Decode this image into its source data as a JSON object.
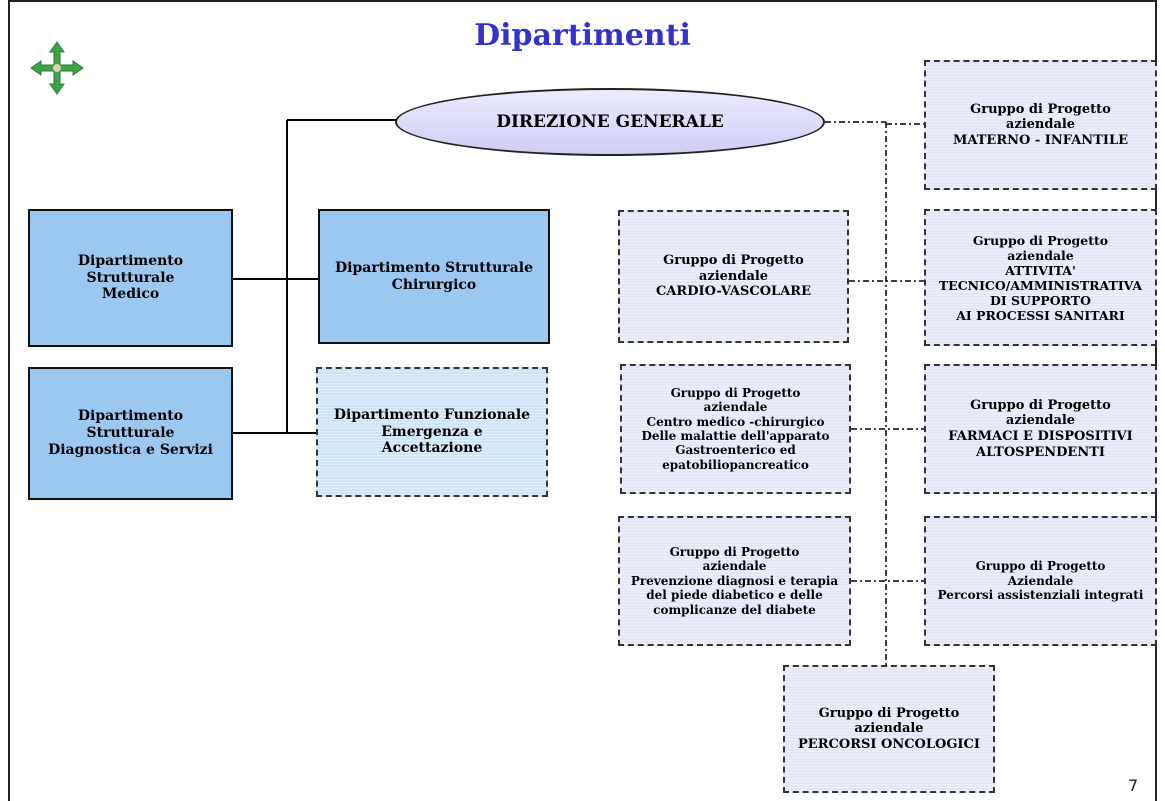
{
  "title": "Dipartimenti",
  "page_number": "7",
  "root": {
    "label": "DIREZIONE GENERALE"
  },
  "structural": {
    "medico": [
      "Dipartimento Strutturale",
      "Medico"
    ],
    "chirurgico": [
      "Dipartimento Strutturale",
      "Chirurgico"
    ],
    "diagnostica": [
      "Dipartimento Strutturale",
      "Diagnostica e Servizi"
    ],
    "emergenza": [
      "Dipartimento Funzionale",
      "Emergenza e",
      "Accettazione"
    ]
  },
  "groups": {
    "materno": [
      "Gruppo di Progetto",
      "aziendale",
      "MATERNO -  INFANTILE"
    ],
    "cardio": [
      "Gruppo di Progetto",
      "aziendale",
      "CARDIO-VASCOLARE"
    ],
    "attivita": [
      "Gruppo di Progetto",
      "aziendale",
      "ATTIVITA'",
      "TECNICO/AMMINISTRATIVA",
      "DI SUPPORTO",
      "AI PROCESSI SANITARI"
    ],
    "centro": [
      "Gruppo di Progetto",
      "aziendale",
      "Centro medico -chirurgico",
      "Delle malattie dell'apparato",
      "Gastroenterico ed",
      "epatobiliopancreatico"
    ],
    "farmaci": [
      "Gruppo di Progetto",
      "aziendale",
      "FARMACI   E DISPOSITIVI",
      "ALTOSPENDENTI"
    ],
    "piede": [
      "Gruppo di Progetto",
      "aziendale",
      "Prevenzione diagnosi e terapia",
      "del piede diabetico e delle",
      "complicanze del diabete"
    ],
    "percorsi": [
      "Gruppo di Progetto",
      "Aziendale",
      "Percorsi assistenziali integrati"
    ],
    "oncologici": [
      "Gruppo di Progetto",
      "aziendale",
      "PERCORSI ONCOLOGICI"
    ]
  },
  "colors": {
    "title": "#3333cc",
    "structural_fill": "#9cc7f0",
    "group_fill": "#e4e7f8",
    "logo": "#3fa14a"
  },
  "icons": {
    "logo": "cross-logo-icon"
  }
}
